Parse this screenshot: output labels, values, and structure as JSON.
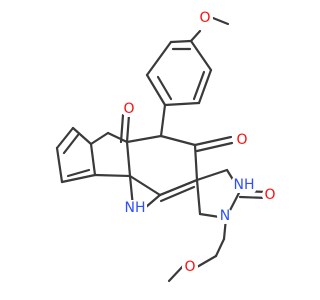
{
  "molecule": {
    "atoms": {
      "o_methoxy_top": {
        "symbol": "O",
        "color": "#ff0d0d"
      },
      "o_ketone": {
        "symbol": "O",
        "color": "#ff0d0d"
      },
      "o_c4": {
        "symbol": "O",
        "color": "#ff0d0d"
      },
      "n_h3": {
        "symbol": "NH",
        "color": "#3050f8"
      },
      "o_c2": {
        "symbol": "O",
        "color": "#ff0d0d"
      },
      "n_h10": {
        "symbol": "NH",
        "color": "#3050f8"
      },
      "n_1": {
        "symbol": "N",
        "color": "#3050f8"
      },
      "o_methoxy_bottom": {
        "symbol": "O",
        "color": "#ff0d0d"
      }
    },
    "bond_color": "#3a3a3a"
  }
}
